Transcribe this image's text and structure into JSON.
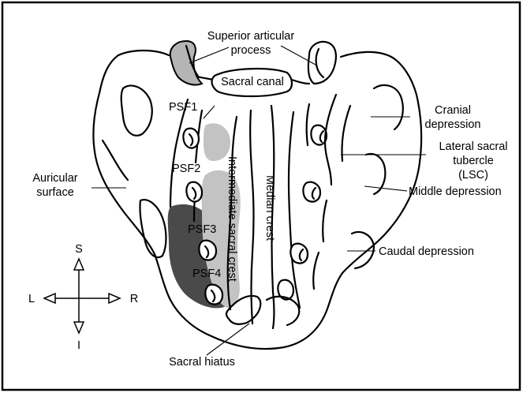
{
  "labels": {
    "superior_articular_process": [
      "Superior articular",
      "process"
    ],
    "sacral_canal": "Sacral canal",
    "psf1": "PSF1",
    "psf2": "PSF2",
    "psf3": "PSF3",
    "psf4": "PSF4",
    "cranial_depression": [
      "Cranial",
      "depression"
    ],
    "lateral_sacral_tubercle": [
      "Lateral sacral",
      "tubercle",
      "(LSC)"
    ],
    "middle_depression": "Middle depression",
    "caudal_depression": "Caudal depression",
    "auricular_surface": [
      "Auricular",
      "surface"
    ],
    "intermediate_sacral_crest": "Intermediate sacral crest",
    "median_crest": "Median crest",
    "sacral_hiatus": "Sacral hiatus"
  },
  "orientation": {
    "superior": "S",
    "inferior": "I",
    "left": "L",
    "right": "R"
  },
  "colors": {
    "light_gray_region": "#c3c3c3",
    "dark_gray_region": "#4a4a4a",
    "process_gray": "#b5b5b5",
    "outline": "#000000",
    "frame": "#000000"
  }
}
